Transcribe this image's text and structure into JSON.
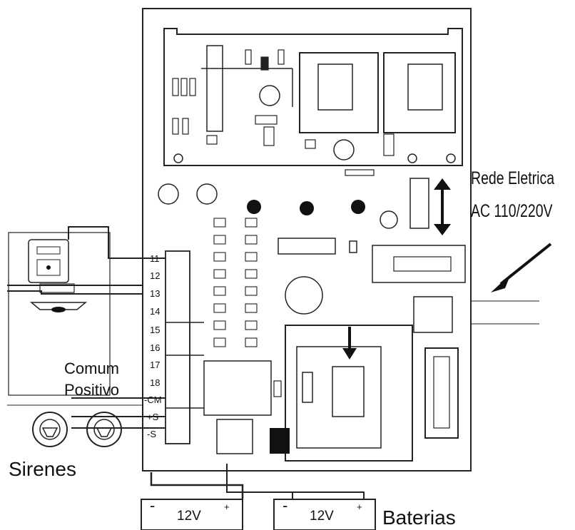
{
  "labels": {
    "rede_line1": "Rede Eletrica",
    "rede_line2": "AC 110/220V",
    "comum": "Comum",
    "positivo": "Positivo",
    "sirenes": "Sirenes",
    "baterias": "Baterias",
    "battery1_voltage": "12V",
    "battery2_voltage": "12V",
    "minus": "-",
    "plus": "+"
  },
  "terminals": [
    "11",
    "12",
    "13",
    "14",
    "15",
    "16",
    "17",
    "18",
    "-CM",
    "+S",
    "-S"
  ]
}
